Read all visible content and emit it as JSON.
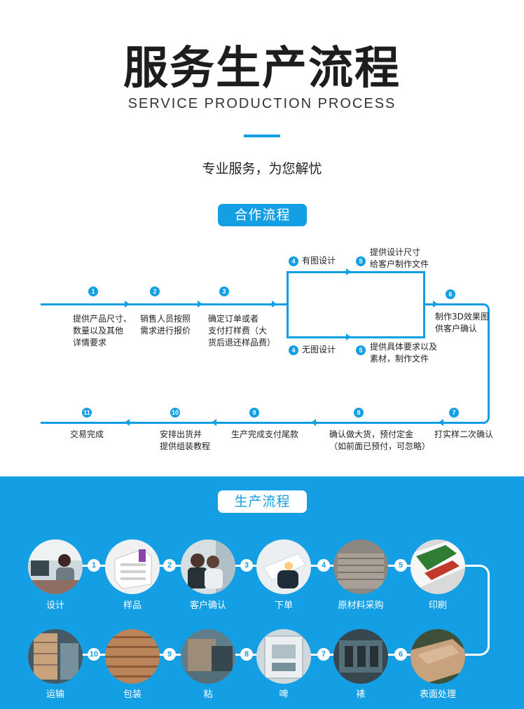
{
  "header": {
    "title": "服务生产流程",
    "subtitle_en": "SERVICE PRODUCTION PROCESS",
    "tagline": "专业服务，为您解忧"
  },
  "cooperation": {
    "heading": "合作流程",
    "steps": [
      {
        "num": "1",
        "text": [
          "提供产品尺寸、",
          "数量以及其他",
          "详情要求"
        ]
      },
      {
        "num": "2",
        "text": [
          "销售人员按照",
          "需求进行报价"
        ]
      },
      {
        "num": "3",
        "text": [
          "确定订单或者",
          "支付打样费（大",
          "货后退还样品费）"
        ]
      },
      {
        "num": "4",
        "text": [
          "有图设计"
        ]
      },
      {
        "num": "5",
        "text": [
          "提供设计尺寸",
          "给客户制作文件"
        ]
      },
      {
        "num": "4",
        "text": [
          "无图设计"
        ]
      },
      {
        "num": "5",
        "text": [
          "提供具体要求以及",
          "素材，制作文件"
        ]
      },
      {
        "num": "6",
        "text": [
          "制作3D效果图",
          "供客户确认"
        ]
      },
      {
        "num": "7",
        "text": [
          "打实样二次确认"
        ]
      },
      {
        "num": "8",
        "text": [
          "确认做大货，预付定金",
          "（如前面已预付，可忽略）"
        ]
      },
      {
        "num": "9",
        "text": [
          "生产完成支付尾款"
        ]
      },
      {
        "num": "10",
        "text": [
          "安排出货并",
          "提供组装教程"
        ]
      },
      {
        "num": "11",
        "text": [
          "交易完成"
        ]
      }
    ]
  },
  "production": {
    "heading": "生产流程",
    "numbers": [
      "1",
      "2",
      "3",
      "4",
      "5",
      "6",
      "7",
      "8",
      "9",
      "10"
    ],
    "stages": [
      {
        "label": "设计",
        "icon": "designer-photo"
      },
      {
        "label": "样品",
        "icon": "sample-photo"
      },
      {
        "label": "客户确认",
        "icon": "customer-photo"
      },
      {
        "label": "下单",
        "icon": "order-photo"
      },
      {
        "label": "原材料采购",
        "icon": "material-photo"
      },
      {
        "label": "印刷",
        "icon": "printing-photo"
      },
      {
        "label": "表面处理",
        "icon": "surface-photo"
      },
      {
        "label": "裱",
        "icon": "mounting-photo"
      },
      {
        "label": "啤",
        "icon": "diecut-photo"
      },
      {
        "label": "粘",
        "icon": "gluing-photo"
      },
      {
        "label": "包装",
        "icon": "packing-photo"
      },
      {
        "label": "运输",
        "icon": "shipping-photo"
      }
    ]
  },
  "colors": {
    "accent": "#149ee3",
    "text": "#222222",
    "white": "#ffffff"
  }
}
